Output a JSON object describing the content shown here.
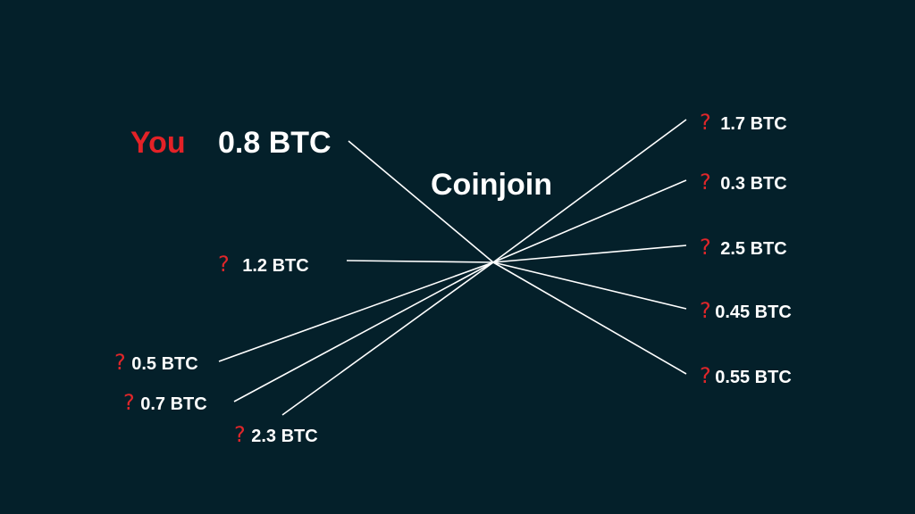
{
  "diagram": {
    "title": "Coinjoin",
    "you_label": "You",
    "you_amount": "0.8 BTC",
    "unknown_marker": "?",
    "inputs": [
      {
        "amount": "1.2 BTC"
      },
      {
        "amount": "0.5 BTC"
      },
      {
        "amount": "0.7 BTC"
      },
      {
        "amount": "2.3 BTC"
      }
    ],
    "outputs": [
      {
        "amount": "1.7 BTC"
      },
      {
        "amount": "0.3 BTC"
      },
      {
        "amount": "2.5 BTC"
      },
      {
        "amount": "0.45 BTC"
      },
      {
        "amount": "0.55 BTC"
      }
    ],
    "colors": {
      "background": "#04202a",
      "text": "#ffffff",
      "accent": "#e32227",
      "line": "#ffffff"
    }
  }
}
